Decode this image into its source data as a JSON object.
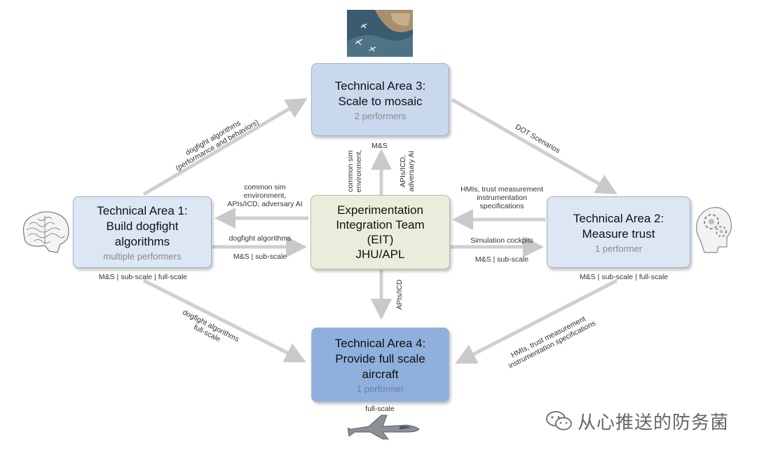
{
  "boxes": {
    "ta3": {
      "title1": "Technical Area 3:",
      "title2": "Scale to mosaic",
      "sub": "2 performers"
    },
    "ta1": {
      "title1": "Technical Area 1:",
      "title2": "Build dogfight",
      "title3": "algorithms",
      "sub": "multiple performers"
    },
    "ta2": {
      "title1": "Technical Area 2:",
      "title2": "Measure trust",
      "sub": "1 performer"
    },
    "ta4": {
      "title1": "Technical Area 4:",
      "title2": "Provide full scale",
      "title3": "aircraft",
      "sub": "1 performer"
    },
    "eit": {
      "line1": "Experimentation",
      "line2": "Integration Team",
      "line3": "(EIT)",
      "line4": "JHU/APL"
    }
  },
  "labels": {
    "ta1_to_ta3_1": "dogfight algorithms",
    "ta1_to_ta3_2": "(performance and behaviors)",
    "ta3_to_ta2": "DOT Scenarios",
    "eit_to_ta3_a1": "common sim",
    "eit_to_ta3_a2": "environment,",
    "eit_to_ta3_b": "M&S",
    "eit_to_ta3_c1": "APIs/ICD,",
    "eit_to_ta3_c2": "adversary AI",
    "eit_to_ta1_1": "common sim",
    "eit_to_ta1_2": "environment,",
    "eit_to_ta1_3": "APIs/ICD, adversary AI",
    "ta1_to_eit_1": "dogfight algorithms",
    "ta1_to_eit_2": "M&S | sub-scale",
    "ta2_to_eit_1": "HMIs, trust measurement",
    "ta2_to_eit_2": "instrumentation",
    "ta2_to_eit_3": "specifications",
    "eit_to_ta2_1": "Simulation cockpits",
    "eit_to_ta2_2": "M&S | sub-scale",
    "ta1_bottom": "M&S | sub-scale | full-scale",
    "ta2_bottom": "M&S | sub-scale | full-scale",
    "eit_to_ta4": "APIs/ICD",
    "ta1_to_ta4_1": "dogfight algorithms",
    "ta1_to_ta4_2": "full-scale",
    "ta2_to_ta4_1": "HMIs, trust measurement",
    "ta2_to_ta4_2": "instrumentation specifications",
    "ta4_bottom": "full-scale"
  },
  "watermark": "从心推送的防务菌",
  "icons": [
    "aerial-photo-icon",
    "brain-icon",
    "head-gears-icon",
    "fighter-jet-icon",
    "wechat-icon"
  ]
}
